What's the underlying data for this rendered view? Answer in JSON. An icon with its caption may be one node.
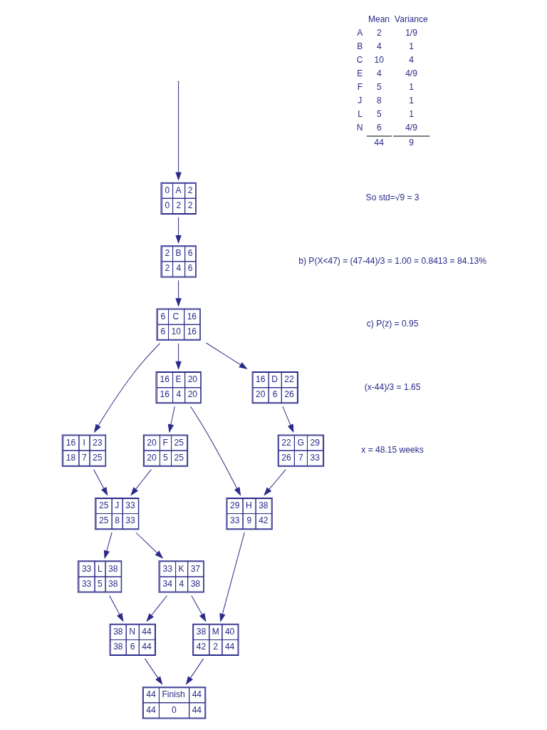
{
  "diagram": {
    "nodes": [
      {
        "text": [
          "0",
          "A",
          "2",
          "0",
          "2",
          "2"
        ]
      },
      {
        "text": [
          "2",
          "B",
          "6",
          "2",
          "4",
          "6"
        ]
      },
      {
        "text": [
          "6",
          "C",
          "16",
          "6",
          "10",
          "16"
        ]
      },
      {
        "text": [
          "16",
          "I",
          "23",
          "18",
          "7",
          "25"
        ]
      },
      {
        "text": [
          "16",
          "D",
          "22",
          "20",
          "6",
          "26"
        ]
      },
      {
        "text": [
          "16",
          "E",
          "20",
          "16",
          "4",
          "20"
        ]
      },
      {
        "text": [
          "22",
          "G",
          "29",
          "26",
          "7",
          "33"
        ]
      },
      {
        "text": [
          "20",
          "F",
          "25",
          "20",
          "5",
          "25"
        ]
      },
      {
        "text": [
          "29",
          "H",
          "38",
          "33",
          "9",
          "42"
        ]
      },
      {
        "text": [
          "25",
          "J",
          "33",
          "25",
          "8",
          "33"
        ]
      },
      {
        "text": [
          "33",
          "L",
          "38",
          "33",
          "5",
          "38"
        ]
      },
      {
        "text": [
          "33",
          "K",
          "37",
          "34",
          "4",
          "38"
        ]
      },
      {
        "text": [
          "38",
          "N",
          "44",
          "38",
          "6",
          "44"
        ]
      },
      {
        "text": [
          "38",
          "M",
          "40",
          "42",
          "2",
          "44"
        ]
      },
      {
        "text": [
          "44",
          "Finish",
          "44",
          "44",
          "0",
          "44"
        ]
      }
    ],
    "edges": [
      {
        "from": null,
        "to": 0,
        "arrow": "to"
      },
      {
        "from": 0,
        "to": 1,
        "arrow": "to"
      },
      {
        "from": 1,
        "to": 2,
        "arrow": "to"
      },
      {
        "from": 2,
        "to": 3,
        "arrow": "to"
      },
      {
        "from": 2,
        "to": 4,
        "arrow": "to"
      },
      {
        "from": 2,
        "to": 5,
        "arrow": "to"
      },
      {
        "from": 4,
        "to": 6,
        "arrow": "to"
      },
      {
        "from": 5,
        "to": 7,
        "arrow": "to"
      },
      {
        "from": 6,
        "to": 8,
        "arrow": "to"
      },
      {
        "from": 5,
        "to": 8,
        "arrow": "to"
      },
      {
        "from": 3,
        "to": 9,
        "arrow": "to"
      },
      {
        "from": 7,
        "to": 9,
        "arrow": "to"
      },
      {
        "from": 9,
        "to": 10,
        "arrow": "to"
      },
      {
        "from": 9,
        "to": 11,
        "arrow": "to"
      },
      {
        "from": 10,
        "to": 12,
        "arrow": "to"
      },
      {
        "from": 11,
        "to": 12,
        "arrow": "to"
      },
      {
        "from": 11,
        "to": 13,
        "arrow": "to"
      },
      {
        "from": 8,
        "to": 13,
        "arrow": "to"
      },
      {
        "from": 12,
        "to": 14,
        "arrow": "to"
      },
      {
        "from": 13,
        "to": 14,
        "arrow": "to"
      }
    ],
    "labels": [
      "Mean",
      "Variance",
      "A",
      "2",
      "1/9",
      "B",
      "4",
      "1",
      "C",
      "10",
      "4",
      "E",
      "4",
      "4/9",
      "F",
      "5",
      "1",
      "J",
      "8",
      "1",
      "L",
      "5",
      "1",
      "N",
      "6",
      "4/9",
      "44",
      "9",
      "So std=√9 = 3",
      "b) P(X<47) = (47-44)/3 = 1.00 = 0.8413 = 84.13%",
      "c) P(z) = 0.95",
      "(x-44)/3 = 1.65",
      "x = 48.15 weeks"
    ]
  }
}
